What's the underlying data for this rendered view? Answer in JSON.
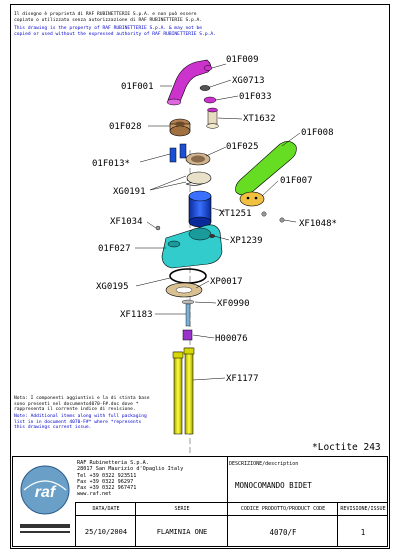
{
  "notice": {
    "italian": "Il disegno è proprietà di RAF RUBINETTERIE S.p.A. e non può essere\ncopiato o utilizzato senza autorizzazione di RAF RUBINETTERIE S.p.A.",
    "english": "This drawing is the property of RAF RUBINETTERIE S.p.A. & may not be\ncopied or used without the expressed authority of RAF RUBINETTERIE S.p.A."
  },
  "parts": {
    "p01F009": "01F009",
    "p01F001": "01F001",
    "pXG0713": "XG0713",
    "p01F033": "01F033",
    "p01F028": "01F028",
    "pXT1632": "XT1632",
    "p01F008": "01F008",
    "p01F025": "01F025",
    "p01F013": "01F013*",
    "p01F007": "01F007",
    "pXG0191": "XG0191",
    "pXT1251": "XT1251",
    "pXF1048": "XF1048*",
    "pXF1034": "XF1034",
    "pXP1239": "XP1239",
    "p01F027": "01F027",
    "pXP0017": "XP0017",
    "pXG0195": "XG0195",
    "pXF0990": "XF0990",
    "pXF1183": "XF1183",
    "pH00076": "H00076",
    "pXF1177": "XF1177"
  },
  "bottom_note": {
    "italian": "Nota: I componenti aggiuntivi e la di stinta base\nsono presenti nel documento4070-F#.doc dove *\nrappresenta il corrente indice di revisione.",
    "english": "Note: Additional items along with full packaging\nlist in in document 4070-F#* where *represents\nthis drawings current issue."
  },
  "loctite": "*Loctite 243",
  "title_block": {
    "company": "RAF Rubinetteria S.p.A.\n28017 San Maurizio d'Opaglio Italy\nTel +39 0322 923511\nFax +39 0322 96297\nFax +39 0322 967471\nwww.raf.net",
    "logo_text": "raf",
    "description_label": "DESCRIZIONE/description",
    "description": "MONOCOMANDO BIDET",
    "date_label": "DATA/DATE",
    "date": "25/10/2004",
    "series_label": "SERIE",
    "series": "FLAMINIA ONE",
    "code_label": "CODICE PRODOTTO/PRODUCT CODE",
    "code": "4070/F",
    "revision_label": "REVISIONE/ISSUE",
    "revision": "1"
  },
  "colors": {
    "lever": "#cc33cc",
    "cap": "#66dd22",
    "body": "#33cccc",
    "cartridge": "#1a4fd6",
    "hoses": "#e8e800",
    "brass": "#c8a070",
    "beige": "#d8c090"
  }
}
